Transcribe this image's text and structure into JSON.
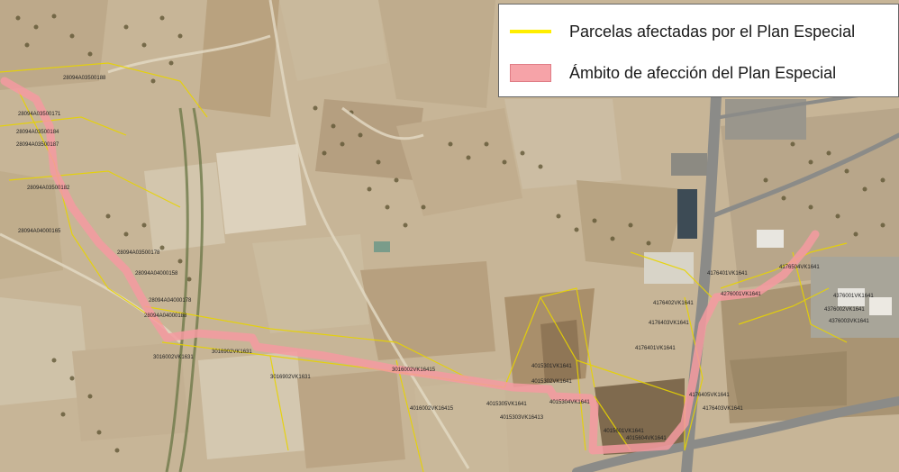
{
  "legend": {
    "items": [
      {
        "label": "Parcelas afectadas por el Plan Especial",
        "type": "line",
        "color": "#ffee00"
      },
      {
        "label": "Ámbito de afección del Plan Especial",
        "type": "area",
        "color": "#f6a3a8"
      }
    ]
  },
  "parcel_labels": [
    "28094A03500188",
    "28094A03500171",
    "28094A03500184",
    "28094A03500187",
    "28094A03500182",
    "28094A04000165",
    "28094A04000178",
    "28094A04000188",
    "28094A03500178",
    "28094A04000158",
    "3016902VK1631",
    "3016902VK1631",
    "3016002VK1631",
    "3016002VK16415",
    "4015301VK1641",
    "4015302VK1641",
    "4015305VK1641",
    "4016002VK16415",
    "4015303VK16413",
    "4015304VK1641",
    "4015601VK1641",
    "4015604VK1641",
    "4176401VK1641",
    "4176402VK1641",
    "4176403VK1641",
    "4176405VK1641",
    "4176403VK1641",
    "4176401VK1641",
    "4276001VK1641",
    "4176504VK1641",
    "4376001VK1641",
    "4376002VK1641",
    "4376003VK1641"
  ]
}
